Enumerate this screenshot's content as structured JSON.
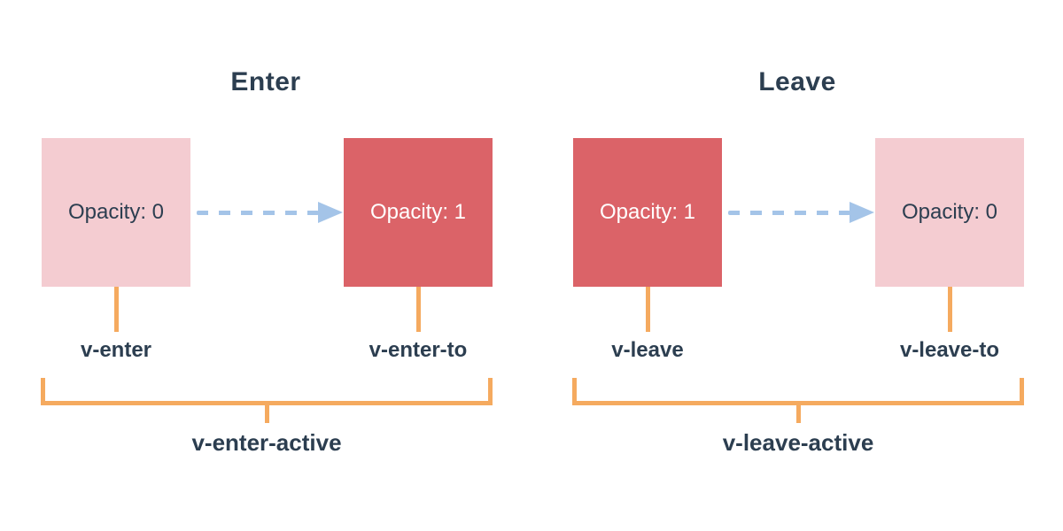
{
  "colors": {
    "background": "#ffffff",
    "navy": "#2c3e50",
    "pink": "#f4ccd1",
    "red": "#db6368",
    "orange": "#f5aa5f",
    "blue": "#a4c4e8",
    "white": "#ffffff"
  },
  "icons": {
    "transition_arrow": "dashed-right-arrow-icon"
  },
  "sections": [
    {
      "title": "Enter",
      "start_box": {
        "label": "Opacity: 0",
        "state": "faded"
      },
      "end_box": {
        "label": "Opacity: 1",
        "state": "solid"
      },
      "start_label": "v-enter",
      "end_label": "v-enter-to",
      "active_label": "v-enter-active"
    },
    {
      "title": "Leave",
      "start_box": {
        "label": "Opacity: 1",
        "state": "solid"
      },
      "end_box": {
        "label": "Opacity: 0",
        "state": "faded"
      },
      "start_label": "v-leave",
      "end_label": "v-leave-to",
      "active_label": "v-leave-active"
    }
  ]
}
